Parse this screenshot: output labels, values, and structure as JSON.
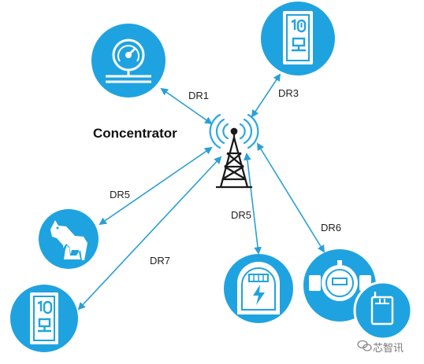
{
  "concentrator_label": "Concentrator",
  "links": {
    "pressure_gauge": "DR1",
    "meter_top": "DR3",
    "animal": "DR5",
    "electric_meter": "DR5",
    "meter_bottom": "DR7",
    "water_meter": "DR6"
  },
  "watermark": "芯智讯",
  "colors": {
    "node_fill": "#1fa3e0",
    "line": "#2a9fd6",
    "tower": "#1a1a1a",
    "signal": "#2aa7e6"
  },
  "icons": {
    "tower": "radio-tower-icon",
    "gauge": "pressure-gauge-icon",
    "meter": "utility-meter-icon",
    "animal": "pets-icon",
    "electric": "electric-meter-icon",
    "water": "water-meter-icon",
    "remote": "remote-control-icon"
  }
}
